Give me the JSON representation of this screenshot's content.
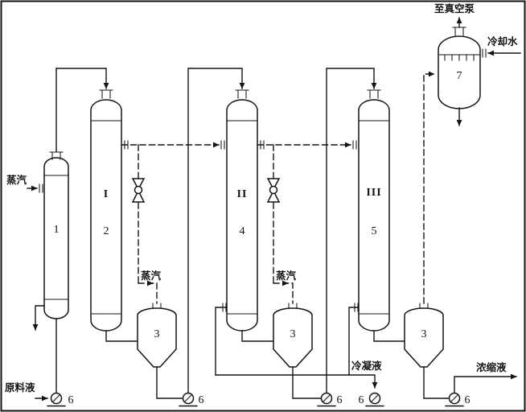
{
  "colors": {
    "ink": "#141414",
    "background": "#ffffff"
  },
  "labels": {
    "steam_inlet": "蒸汽",
    "steam_between_effect_1_2": "蒸汽",
    "steam_between_effect_2_3": "蒸汽",
    "raw_feed": "原料液",
    "condensate": "冷凝液",
    "concentrate": "浓缩液",
    "to_vacuum_pump": "至真空泵",
    "cooling_water": "冷却水"
  },
  "equipment_numbers": {
    "preheater": "1",
    "evaporator_1": "2",
    "separator": "3",
    "evaporator_2": "4",
    "evaporator_3": "5",
    "pump": "6",
    "condenser": "7"
  },
  "effect_numerals": {
    "effect_1": "I",
    "effect_2": "II",
    "effect_3": "III"
  }
}
